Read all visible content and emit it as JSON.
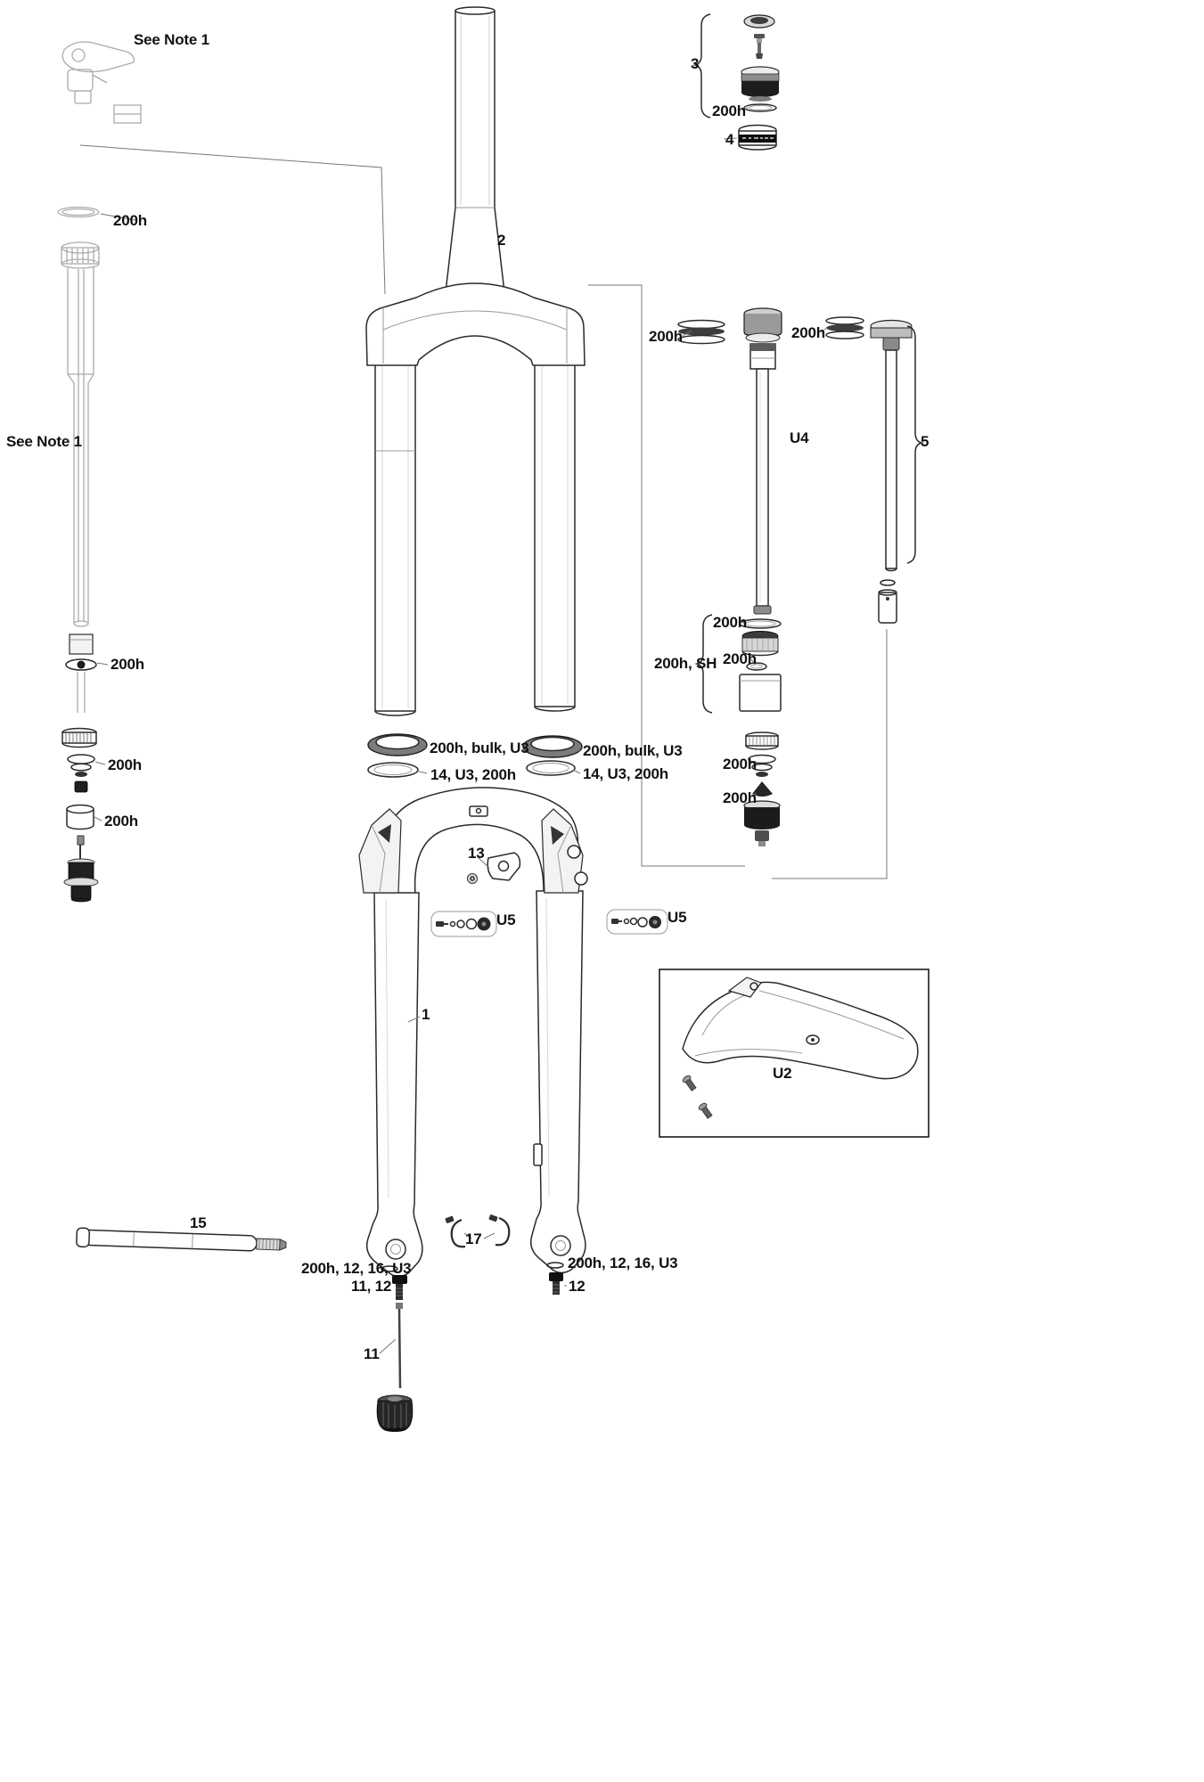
{
  "diagram_title": "Suspension fork exploded parts diagram",
  "labels": {
    "see_note_1": "See Note 1",
    "h200": "200h",
    "h200_sh": "200h, SH",
    "h200_bulk_u3": "200h, bulk, U3",
    "h14_u3_200h": "14, U3, 200h",
    "h200_12_16_u3": "200h, 12, 16, U3",
    "n1": "1",
    "n2": "2",
    "n3": "3",
    "n4": "4",
    "n5": "5",
    "n11": "11",
    "n12": "12",
    "n11_12": "11, 12",
    "n13": "13",
    "n15": "15",
    "n17": "17",
    "u2": "U2",
    "u4": "U4",
    "u5": "U5"
  },
  "colors": {
    "background": "#ffffff",
    "line": "#2a2a2a",
    "ghost_line": "#ababab",
    "dark_fill": "#1f1f1f",
    "label_text": "#111111"
  }
}
